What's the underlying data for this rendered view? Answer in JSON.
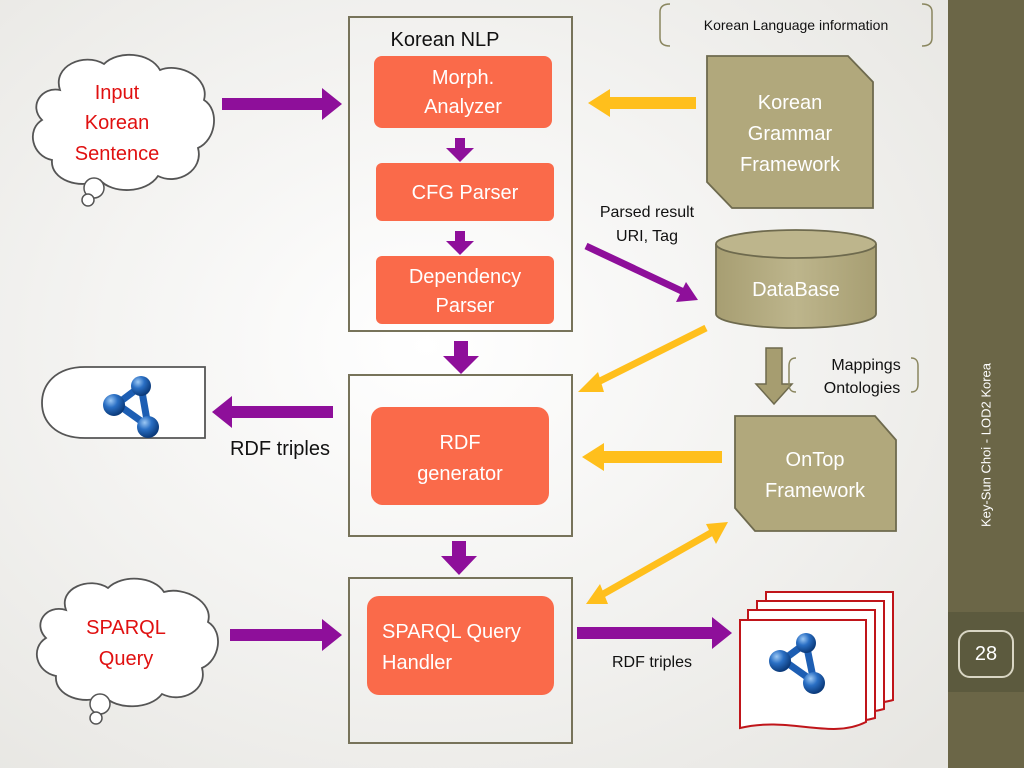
{
  "slide": {
    "labels": {
      "korean_nlp": "Korean NLP",
      "korean_language_info": "Korean Language information",
      "parsed_result_line1": "Parsed result",
      "parsed_result_line2": "URI, Tag",
      "mappings": "Mappings",
      "ontologies": "Ontologies",
      "rdf_triples_left": "RDF triples",
      "rdf_triples_right": "RDF triples"
    },
    "nodes": {
      "input_cloud": [
        "Input",
        "Korean",
        "Sentence"
      ],
      "morph_analyzer": [
        "Morph.",
        "Analyzer"
      ],
      "cfg_parser": "CFG Parser",
      "dependency_parser": [
        "Dependency",
        "Parser"
      ],
      "korean_grammar": [
        "Korean",
        "Grammar",
        "Framework"
      ],
      "database": "DataBase",
      "rdf_generator": [
        "RDF",
        "generator"
      ],
      "ontop": [
        "OnTop",
        "Framework"
      ],
      "sparql_cloud": [
        "SPARQL",
        "Query"
      ],
      "sparql_handler": [
        "SPARQL Query",
        "Handler"
      ]
    },
    "footer": "Key-Sun Choi - LOD2 Korea",
    "page_number": "28",
    "colors": {
      "process_box": "#fa6a4a",
      "framework_box": "#b1a87c",
      "framework_border": "#6e6a4e",
      "flow_arrow": "#8e0f9a",
      "data_arrow": "#ffbf1c",
      "cloud_text": "#e01010",
      "sidebar": "#6b6647"
    },
    "icons": [
      "rdf-graph-icon",
      "rdf-graph-icon"
    ]
  }
}
